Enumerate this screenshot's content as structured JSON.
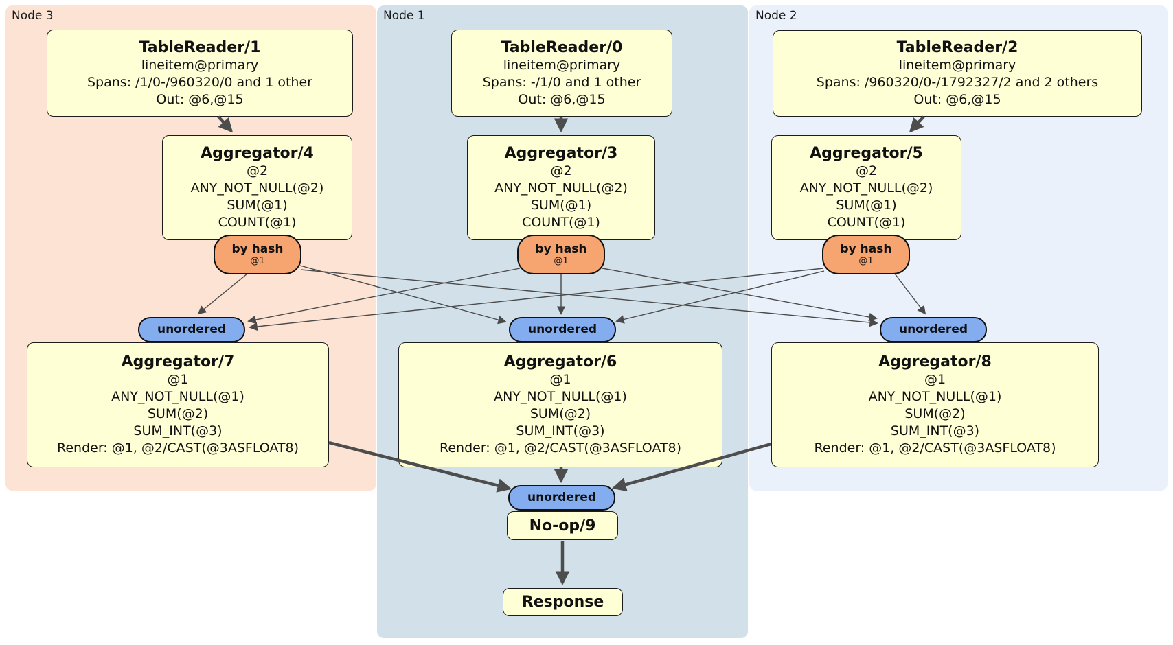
{
  "regions": {
    "node3": {
      "label": "Node 3",
      "color": "#fce3d4"
    },
    "node1": {
      "label": "Node 1",
      "color": "#d2e0ea"
    },
    "node2": {
      "label": "Node 2",
      "color": "#eaf1fa"
    }
  },
  "boxes": {
    "tr1": {
      "title": "TableReader/1",
      "lines": [
        "lineitem@primary",
        "Spans: /1/0-/960320/0 and 1 other",
        "Out: @6,@15"
      ]
    },
    "tr0": {
      "title": "TableReader/0",
      "lines": [
        "lineitem@primary",
        "Spans: -/1/0 and 1 other",
        "Out: @6,@15"
      ]
    },
    "tr2": {
      "title": "TableReader/2",
      "lines": [
        "lineitem@primary",
        "Spans: /960320/0-/1792327/2 and 2 others",
        "Out: @6,@15"
      ]
    },
    "agg4": {
      "title": "Aggregator/4",
      "lines": [
        "@2",
        "ANY_NOT_NULL(@2)",
        "SUM(@1)",
        "COUNT(@1)"
      ]
    },
    "agg3": {
      "title": "Aggregator/3",
      "lines": [
        "@2",
        "ANY_NOT_NULL(@2)",
        "SUM(@1)",
        "COUNT(@1)"
      ]
    },
    "agg5": {
      "title": "Aggregator/5",
      "lines": [
        "@2",
        "ANY_NOT_NULL(@2)",
        "SUM(@1)",
        "COUNT(@1)"
      ]
    },
    "agg7": {
      "title": "Aggregator/7",
      "lines": [
        "@1",
        "ANY_NOT_NULL(@1)",
        "SUM(@2)",
        "SUM_INT(@3)",
        "Render: @1, @2/CAST(@3ASFLOAT8)"
      ]
    },
    "agg6": {
      "title": "Aggregator/6",
      "lines": [
        "@1",
        "ANY_NOT_NULL(@1)",
        "SUM(@2)",
        "SUM_INT(@3)",
        "Render: @1, @2/CAST(@3ASFLOAT8)"
      ]
    },
    "agg8": {
      "title": "Aggregator/8",
      "lines": [
        "@1",
        "ANY_NOT_NULL(@1)",
        "SUM(@2)",
        "SUM_INT(@3)",
        "Render: @1, @2/CAST(@3ASFLOAT8)"
      ]
    },
    "noop": {
      "title": "No-op/9",
      "lines": []
    },
    "response": {
      "title": "Response",
      "lines": []
    }
  },
  "ovals": {
    "byhash4": {
      "label": "by hash",
      "sub": "@1",
      "color": "#f7a570"
    },
    "byhash3": {
      "label": "by hash",
      "sub": "@1",
      "color": "#f7a570"
    },
    "byhash5": {
      "label": "by hash",
      "sub": "@1",
      "color": "#f7a570"
    },
    "unordered7": {
      "label": "unordered",
      "color": "#84adf0"
    },
    "unordered6": {
      "label": "unordered",
      "color": "#84adf0"
    },
    "unordered8": {
      "label": "unordered",
      "color": "#84adf0"
    },
    "unordered9": {
      "label": "unordered",
      "color": "#84adf0"
    }
  },
  "edges": [
    {
      "from": "tr1",
      "to": "agg4",
      "style": "thick"
    },
    {
      "from": "tr0",
      "to": "agg3",
      "style": "thick"
    },
    {
      "from": "tr2",
      "to": "agg5",
      "style": "thick"
    },
    {
      "from": "byhash4",
      "to": "unordered7",
      "style": "thin"
    },
    {
      "from": "byhash4",
      "to": "unordered6",
      "style": "thin"
    },
    {
      "from": "byhash4",
      "to": "unordered8",
      "style": "thin"
    },
    {
      "from": "byhash3",
      "to": "unordered7",
      "style": "thin"
    },
    {
      "from": "byhash3",
      "to": "unordered6",
      "style": "thin"
    },
    {
      "from": "byhash3",
      "to": "unordered8",
      "style": "thin"
    },
    {
      "from": "byhash5",
      "to": "unordered7",
      "style": "thin"
    },
    {
      "from": "byhash5",
      "to": "unordered6",
      "style": "thin"
    },
    {
      "from": "byhash5",
      "to": "unordered8",
      "style": "thin"
    },
    {
      "from": "agg7",
      "to": "unordered9",
      "style": "thick"
    },
    {
      "from": "agg6",
      "to": "unordered9",
      "style": "thick"
    },
    {
      "from": "agg8",
      "to": "unordered9",
      "style": "thick"
    },
    {
      "from": "noop",
      "to": "response",
      "style": "thick"
    }
  ],
  "edge_color": "#4d4d4d"
}
